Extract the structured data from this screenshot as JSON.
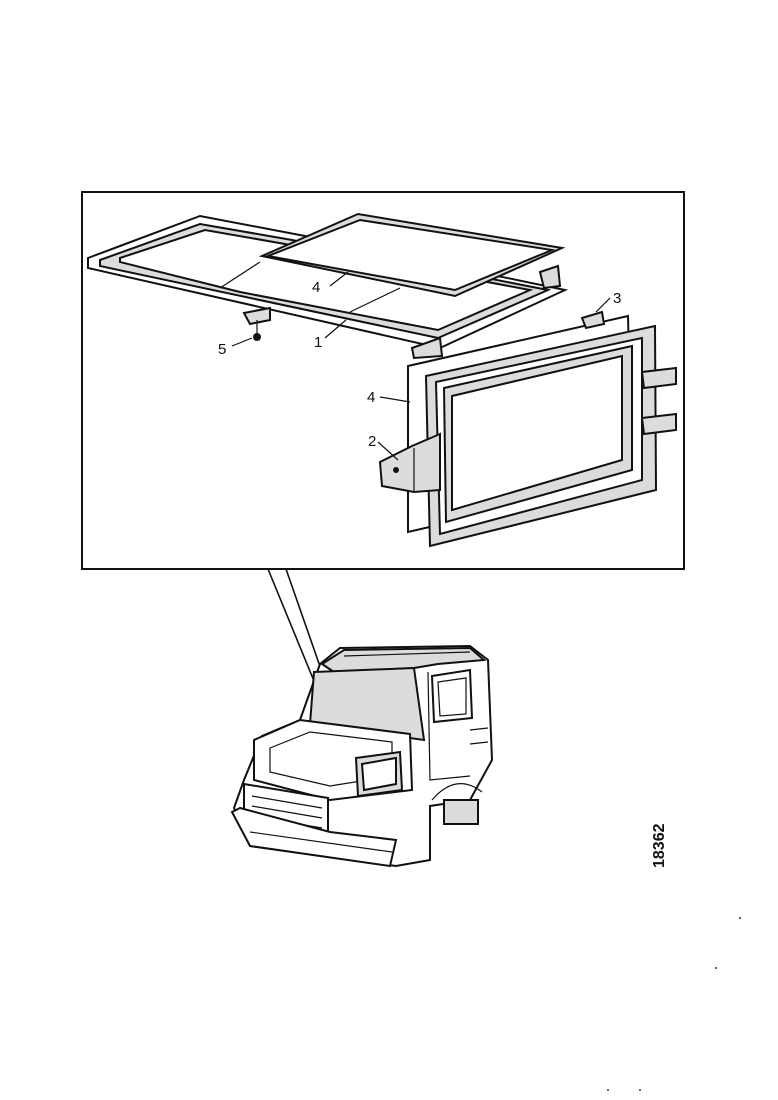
{
  "callouts": {
    "c1": "1",
    "c2": "2",
    "c3": "3",
    "c4_top": "4",
    "c4_side": "4",
    "c5": "5"
  },
  "figure_number": "18362"
}
